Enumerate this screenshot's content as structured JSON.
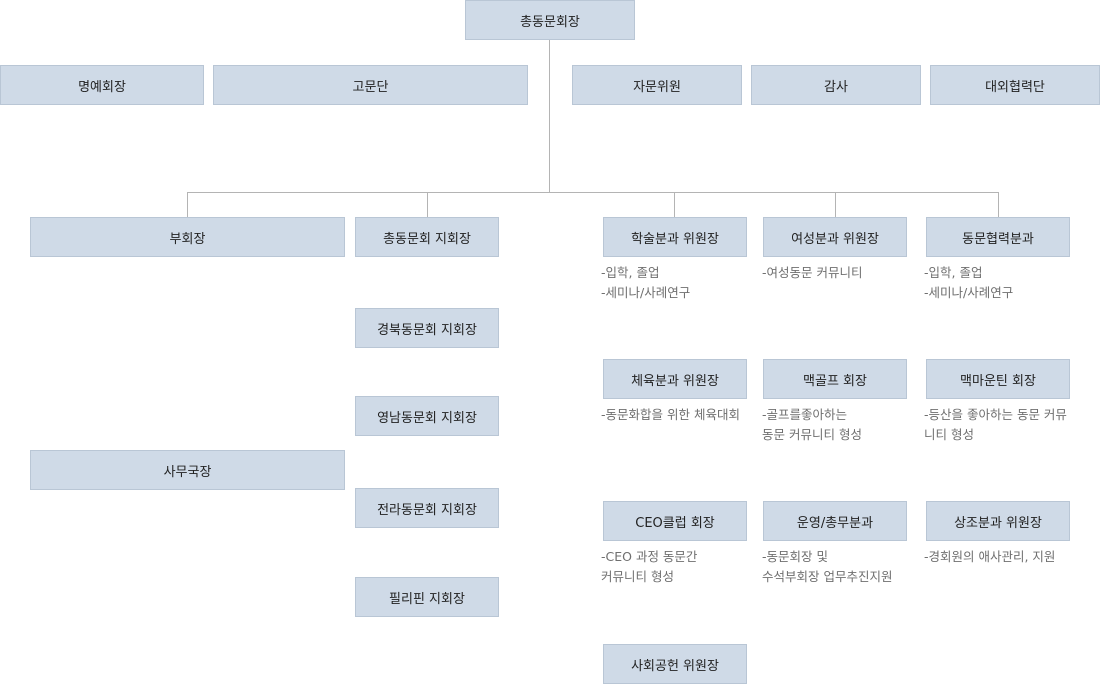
{
  "chart": {
    "top": "총동문회장",
    "advisory": {
      "honorary": "명예회장",
      "counselors": "고문단",
      "advisors": "자문위원",
      "audit": "감사",
      "external": "대외협력단"
    },
    "vice": "부회장",
    "secretary": "사무국장",
    "branches": {
      "head": "총동문회 지회장",
      "gyeongbuk": "경북동문회 지회장",
      "yeongnam": "영남동문회 지회장",
      "jeolla": "전라동문회 지회장",
      "philippines": "필리핀 지회장"
    },
    "committees": {
      "academic": {
        "title": "학술분과 위원장",
        "lines": [
          "-입학, 졸업",
          "-세미나/사례연구"
        ]
      },
      "women": {
        "title": "여성분과 위원장",
        "lines": [
          "-여성동문 커뮤니티"
        ]
      },
      "alumni": {
        "title": "동문협력분과",
        "lines": [
          "-입학, 졸업",
          "-세미나/사례연구"
        ]
      },
      "sports": {
        "title": "체육분과 위원장",
        "lines": [
          "-동문화합을 위한 체육대회"
        ]
      },
      "golf": {
        "title": "맥골프 회장",
        "lines": [
          "-골프를좋아하는",
          "동문 커뮤니티 형성"
        ]
      },
      "mountain": {
        "title": "맥마운틴 회장",
        "lines": [
          "-등산을 좋아하는 동문 커뮤",
          "니티 형성"
        ]
      },
      "ceo": {
        "title": "CEO클럽 회장",
        "lines": [
          "-CEO 과정 동문간",
          "커뮤니티 형성"
        ]
      },
      "ops": {
        "title": "운영/총무분과",
        "lines": [
          "-동문회장 및",
          "수석부회장 업무추진지원"
        ]
      },
      "mutual": {
        "title": "상조분과 위원장",
        "lines": [
          "-경회원의 애사관리, 지원"
        ]
      },
      "social": {
        "title": "사회공헌 위원장"
      }
    }
  }
}
